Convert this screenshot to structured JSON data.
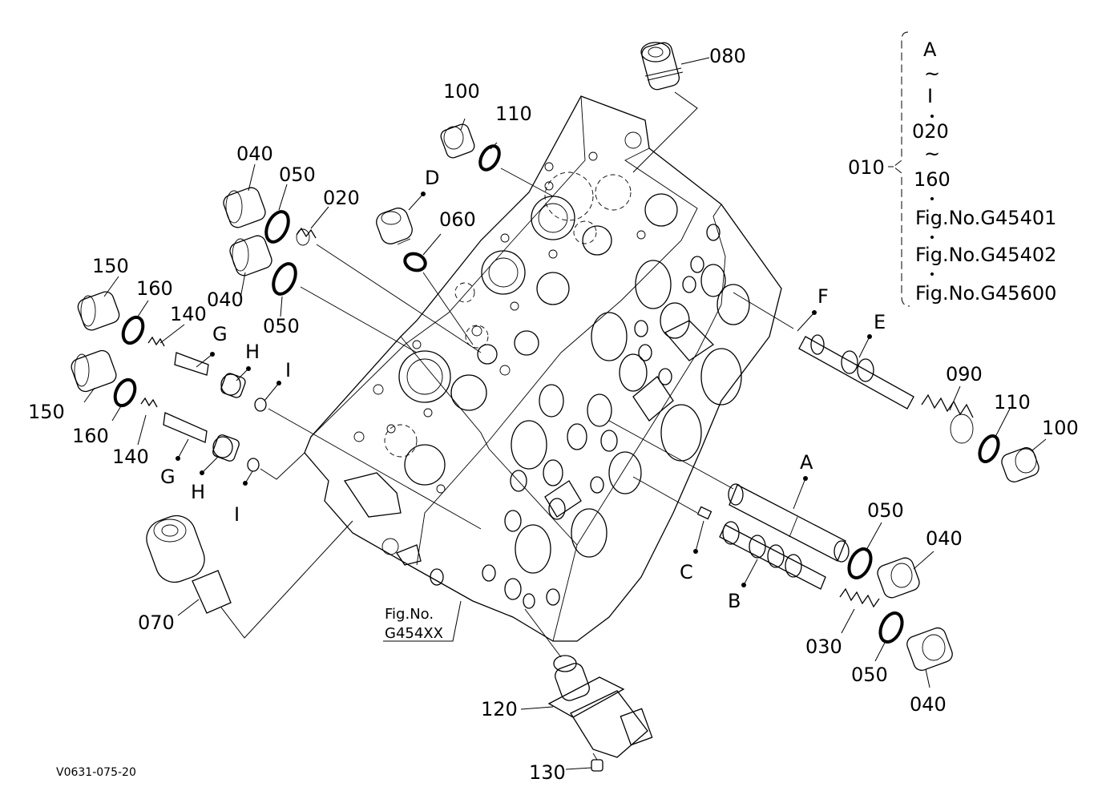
{
  "callouts": {
    "c080": "080",
    "c100_top": "100",
    "c110_top": "110",
    "c040_a": "040",
    "c050_a": "050",
    "c020": "020",
    "cD": "D",
    "c060": "060",
    "c040_b": "040",
    "c050_b": "050",
    "c150_a": "150",
    "c160_a": "160",
    "c140_a": "140",
    "cG_a": "G",
    "cH_a": "H",
    "cI_a": "I",
    "c150_b": "150",
    "c160_b": "160",
    "c140_b": "140",
    "cG_b": "G",
    "cH_b": "H",
    "cI_b": "I",
    "c070": "070",
    "cF": "F",
    "cE": "E",
    "c090": "090",
    "c110_right": "110",
    "c100_right": "100",
    "cA": "A",
    "c050_c": "050",
    "c040_c": "040",
    "cC": "C",
    "cB": "B",
    "c030": "030",
    "c050_d": "050",
    "c040_d": "040",
    "c120": "120",
    "c130": "130"
  },
  "figure_ref": {
    "line1": "Fig.No.",
    "line2": "G454XX"
  },
  "assembly_group": {
    "label": "010",
    "item1": "A",
    "tilde1": "~",
    "item2": "I",
    "item3": "020",
    "tilde2": "~",
    "item4": "160",
    "ref1": "Fig.No.G45401",
    "ref2": "Fig.No.G45402",
    "ref3": "Fig.No.G45600"
  },
  "drawing_code": "V0631-075-20"
}
